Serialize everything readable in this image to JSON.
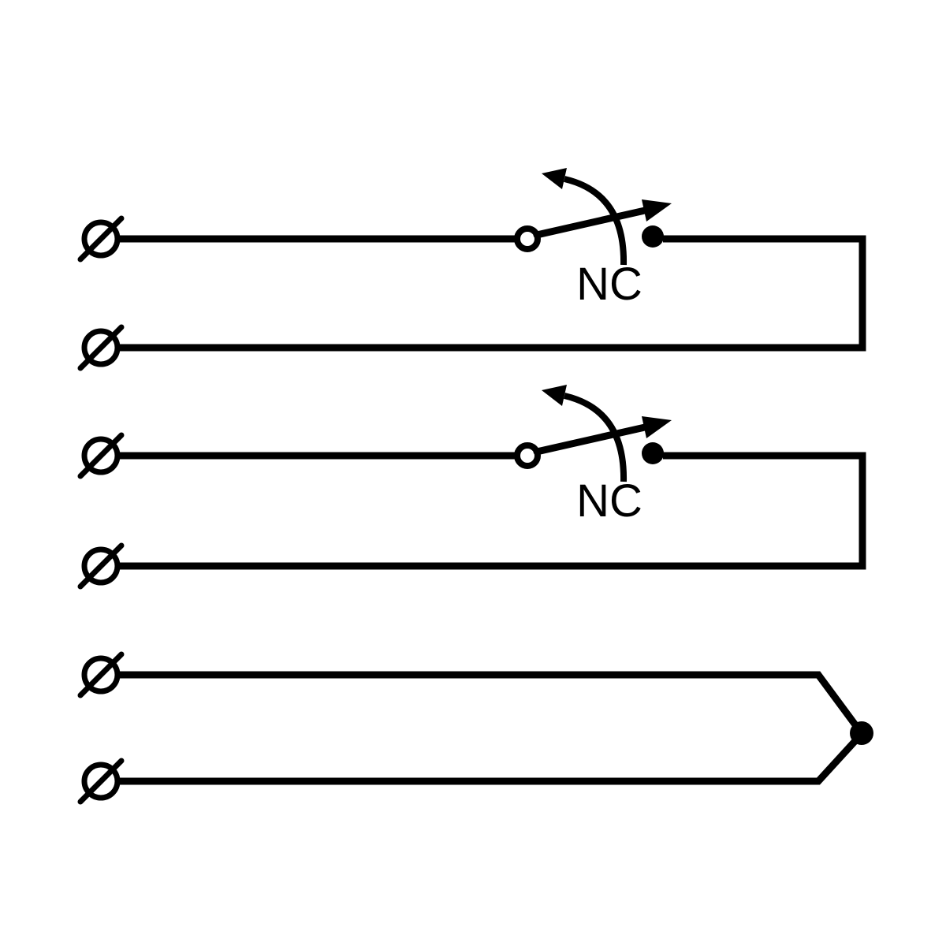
{
  "page": {
    "background": "#ffffff",
    "stroke_color": "#000000"
  },
  "circuits": [
    {
      "name": "nc-switch-circuit-1",
      "type": "normally-closed-contact",
      "contact_label": "NC",
      "terminal_count": 2
    },
    {
      "name": "nc-switch-circuit-2",
      "type": "normally-closed-contact",
      "contact_label": "NC",
      "terminal_count": 2
    },
    {
      "name": "joined-terminal-loop",
      "type": "common-junction",
      "contact_label": "",
      "terminal_count": 2
    }
  ]
}
